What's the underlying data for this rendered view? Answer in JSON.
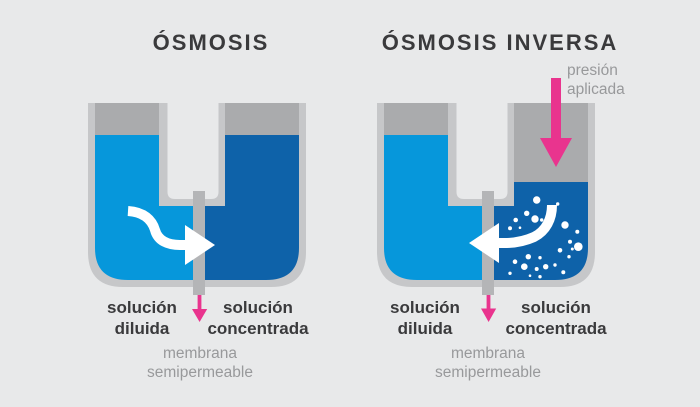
{
  "colors": {
    "background": "#e8e9ea",
    "tube_wall": "#c6c7c9",
    "air_gray": "#aaabad",
    "membrane_gray": "#b4b5b7",
    "dilute_blue": "#0697db",
    "concentrated_blue": "#0e62a9",
    "accent_pink": "#e9348e",
    "title_text": "#3a3a3c",
    "muted_text": "#98999b"
  },
  "left_panel": {
    "title": "ÓSMOSIS",
    "dilute_label": [
      "solución",
      "diluida"
    ],
    "concentrated_label": [
      "solución",
      "concentrada"
    ],
    "membrane_label": [
      "membrana",
      "semipermeable"
    ]
  },
  "right_panel": {
    "title": "ÓSMOSIS INVERSA",
    "pressure_label": [
      "presión",
      "aplicada"
    ],
    "dilute_label": [
      "solución",
      "diluida"
    ],
    "concentrated_label": [
      "solución",
      "concentrada"
    ],
    "membrane_label": [
      "membrana",
      "semipermeable"
    ]
  },
  "particles": [
    [
      159.7,
      140,
      3.7
    ],
    [
      180.7,
      144,
      1.7
    ],
    [
      149.7,
      153.3,
      2.7
    ],
    [
      158,
      159,
      3.7
    ],
    [
      138.7,
      160,
      2.3
    ],
    [
      164.7,
      160,
      1.7
    ],
    [
      133,
      168.3,
      2
    ],
    [
      143,
      167.7,
      1.3
    ],
    [
      188,
      165,
      3.7
    ],
    [
      200.3,
      171.7,
      2
    ],
    [
      193,
      181.7,
      2
    ],
    [
      201.3,
      186.7,
      4.3
    ],
    [
      183,
      190.3,
      2.3
    ],
    [
      192,
      196.7,
      1.7
    ],
    [
      151.3,
      196.7,
      2.7
    ],
    [
      163,
      197.7,
      1.7
    ],
    [
      138,
      201.7,
      2.3
    ],
    [
      147.3,
      206.7,
      3.3
    ],
    [
      159.7,
      209,
      2
    ],
    [
      168.7,
      206.7,
      2.7
    ],
    [
      178,
      205,
      1.7
    ],
    [
      133,
      213.3,
      1.7
    ],
    [
      153,
      215.7,
      1.3
    ],
    [
      163,
      216.7,
      1.7
    ],
    [
      186.3,
      212.3,
      2
    ],
    [
      195.3,
      189,
      1.5
    ]
  ]
}
